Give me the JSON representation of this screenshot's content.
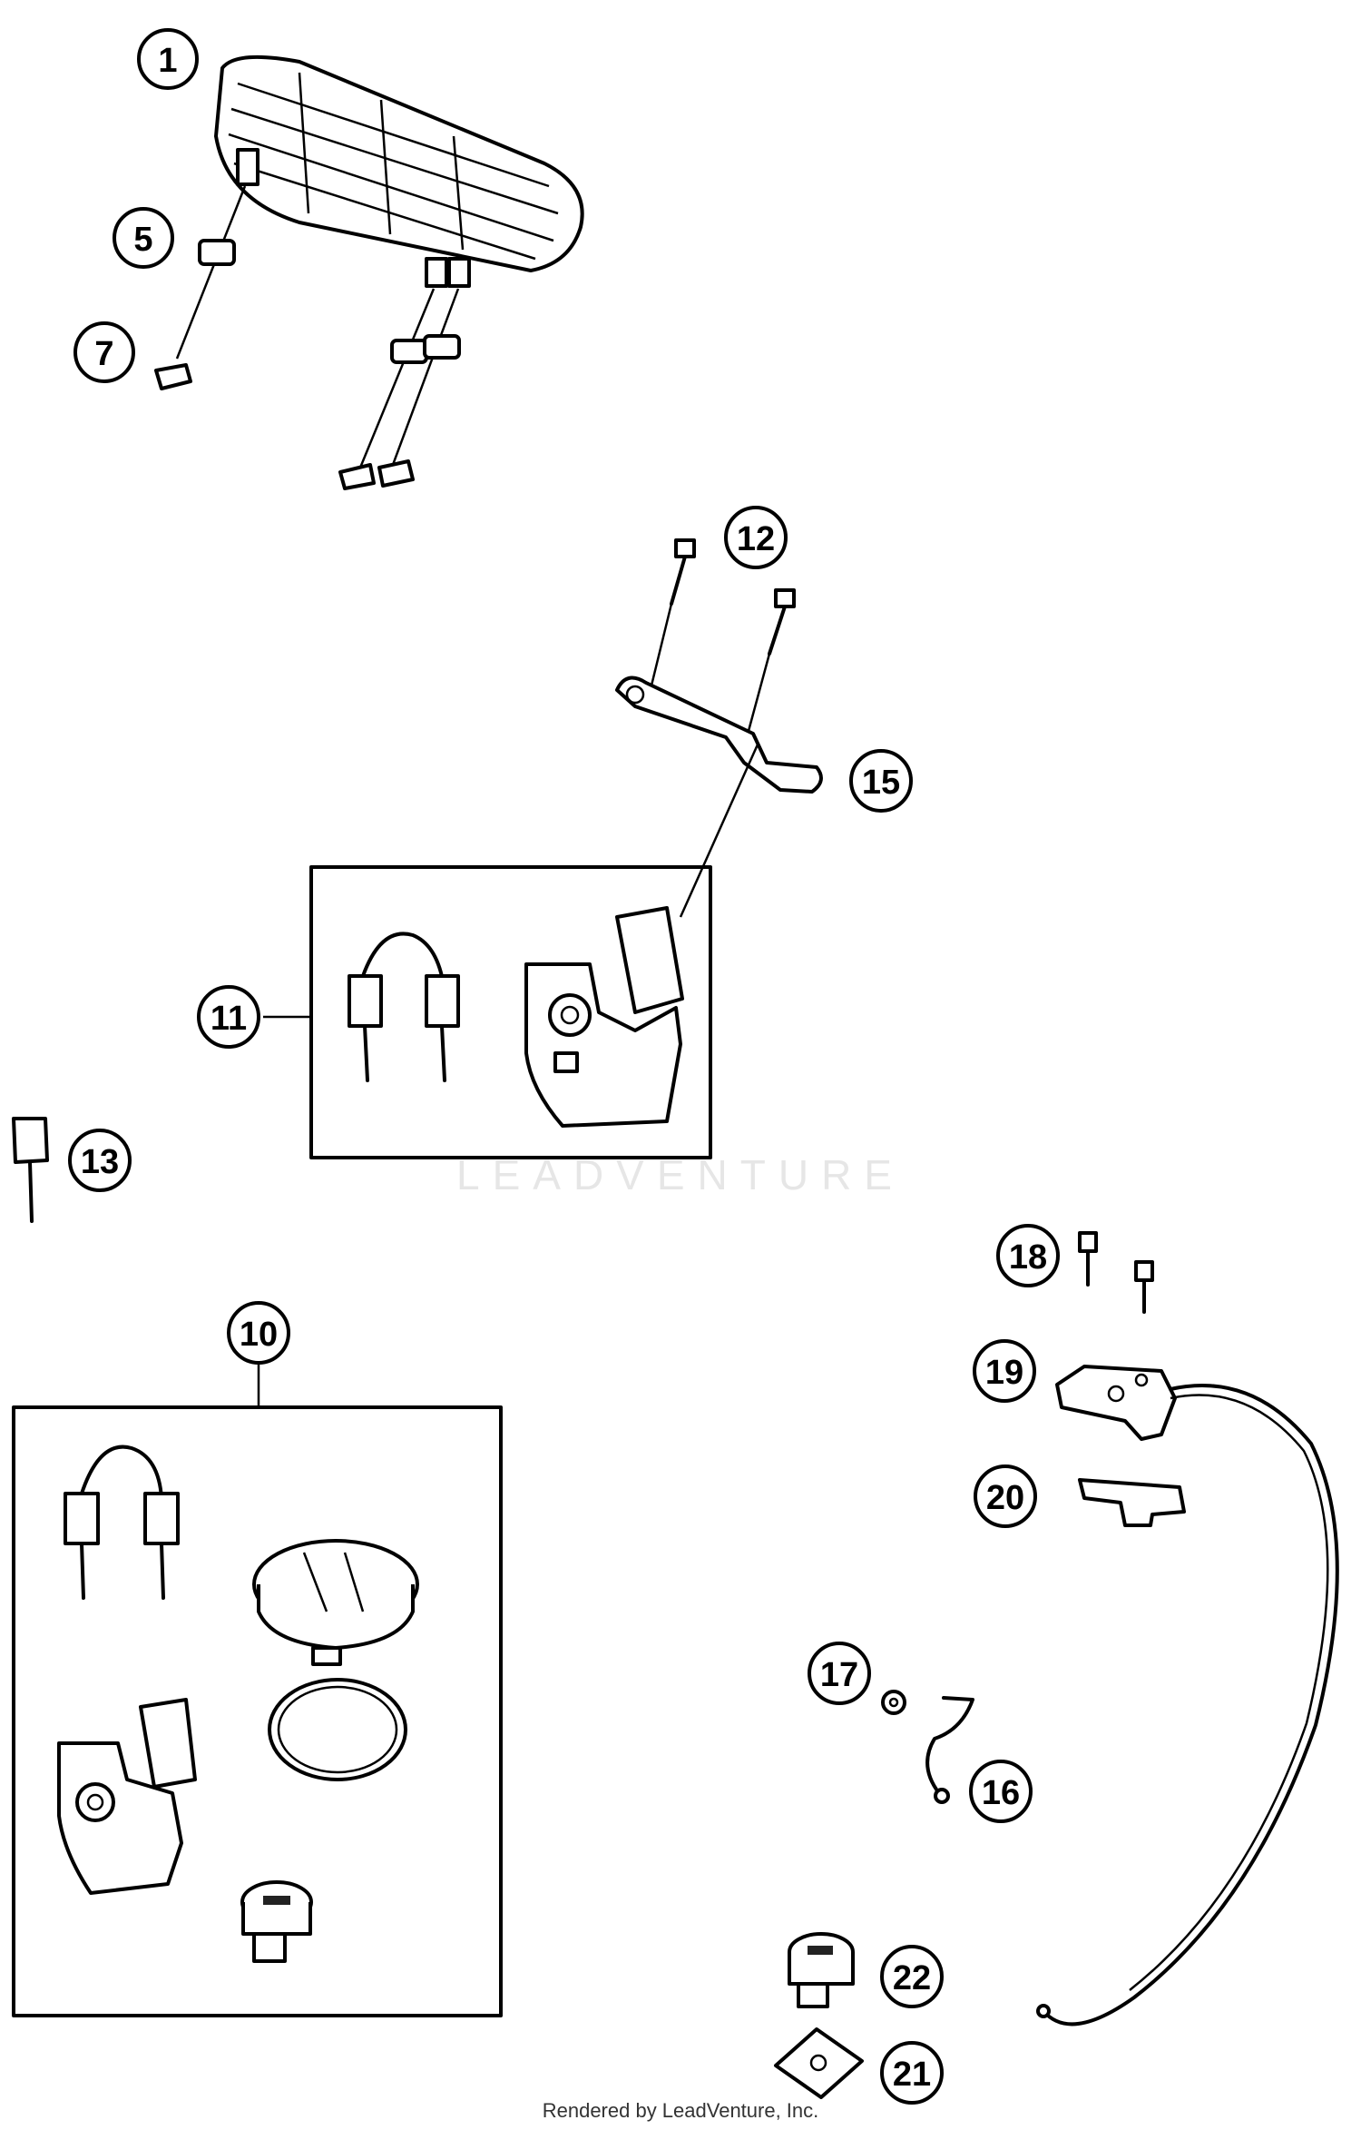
{
  "diagram": {
    "watermark": "LEADVENTURE",
    "credit": "Rendered by LeadVenture, Inc.",
    "callouts": [
      {
        "id": "1",
        "label": "1"
      },
      {
        "id": "5",
        "label": "5"
      },
      {
        "id": "7",
        "label": "7"
      },
      {
        "id": "12",
        "label": "12"
      },
      {
        "id": "15",
        "label": "15"
      },
      {
        "id": "11",
        "label": "11"
      },
      {
        "id": "13",
        "label": "13"
      },
      {
        "id": "10",
        "label": "10"
      },
      {
        "id": "18",
        "label": "18"
      },
      {
        "id": "19",
        "label": "19"
      },
      {
        "id": "20",
        "label": "20"
      },
      {
        "id": "17",
        "label": "17"
      },
      {
        "id": "16",
        "label": "16"
      },
      {
        "id": "22",
        "label": "22"
      },
      {
        "id": "21",
        "label": "21"
      }
    ]
  }
}
